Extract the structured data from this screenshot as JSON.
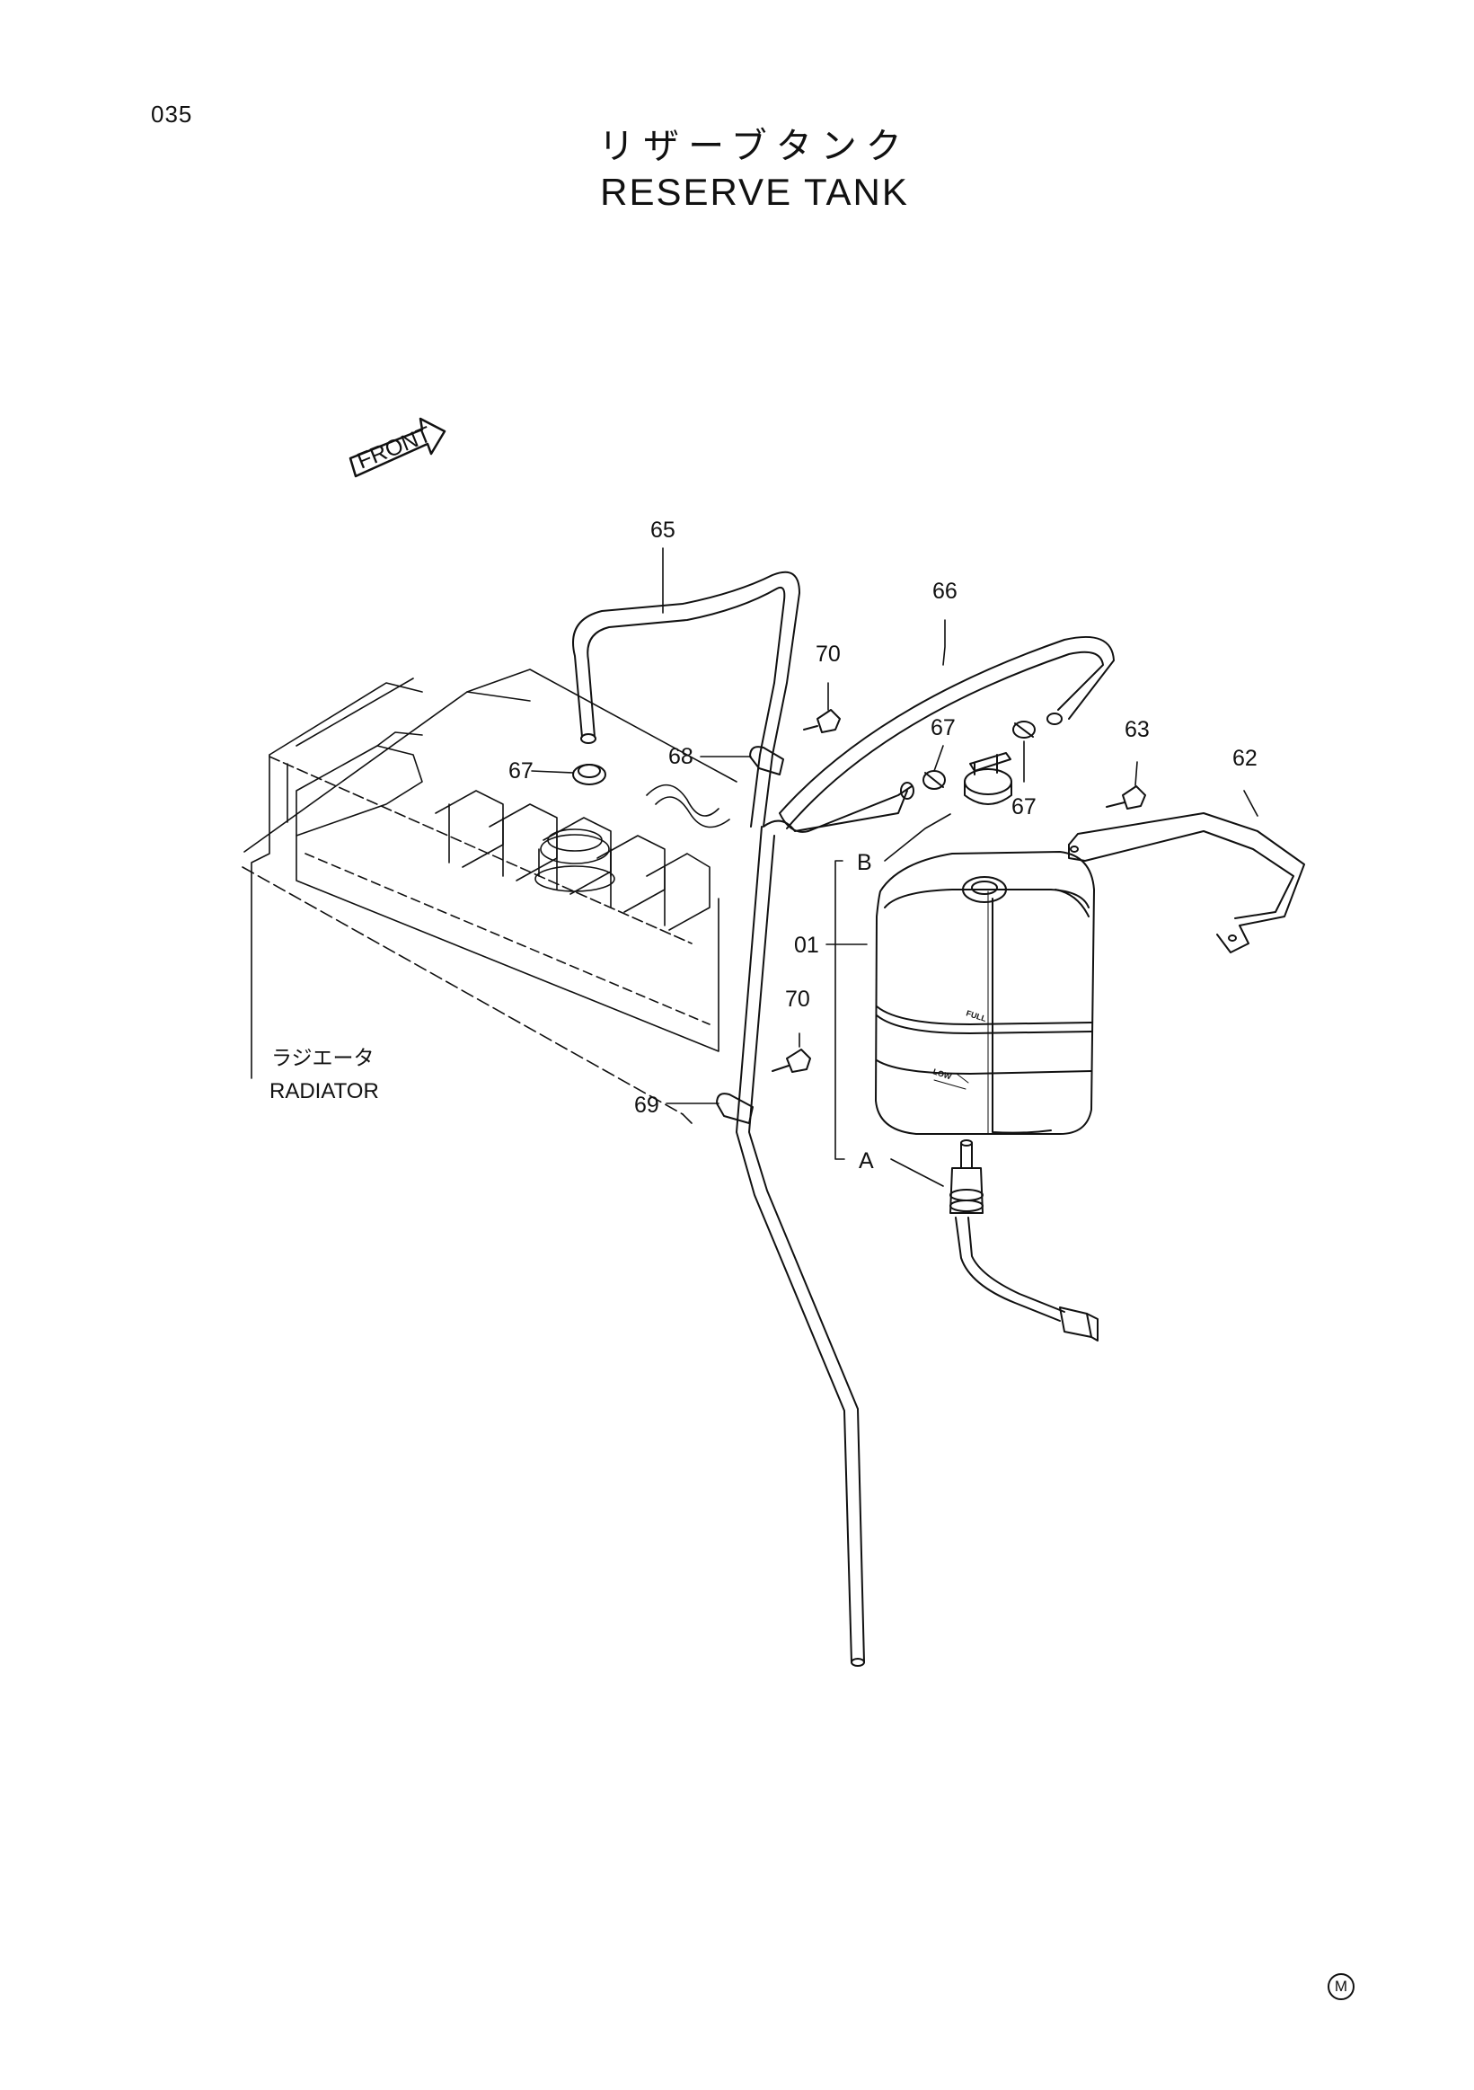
{
  "page_number": "035",
  "title": {
    "japanese": "リザーブタンク",
    "english": "RESERVE  TANK"
  },
  "front_arrow_label": "FRONT",
  "radiator_label": {
    "japanese": "ラジエータ",
    "english": "RADIATOR"
  },
  "tank_labels": {
    "full": "FULL",
    "low": "LOW"
  },
  "callouts": {
    "c65": "65",
    "c66": "66",
    "c70_top": "70",
    "c67_mid": "67",
    "c67_right": "67",
    "c68": "68",
    "c67_left": "67",
    "c63": "63",
    "c62": "62",
    "cB": "B",
    "c01": "01",
    "c70_bottom": "70",
    "c69": "69",
    "cA": "A"
  },
  "corner_mark": "M"
}
